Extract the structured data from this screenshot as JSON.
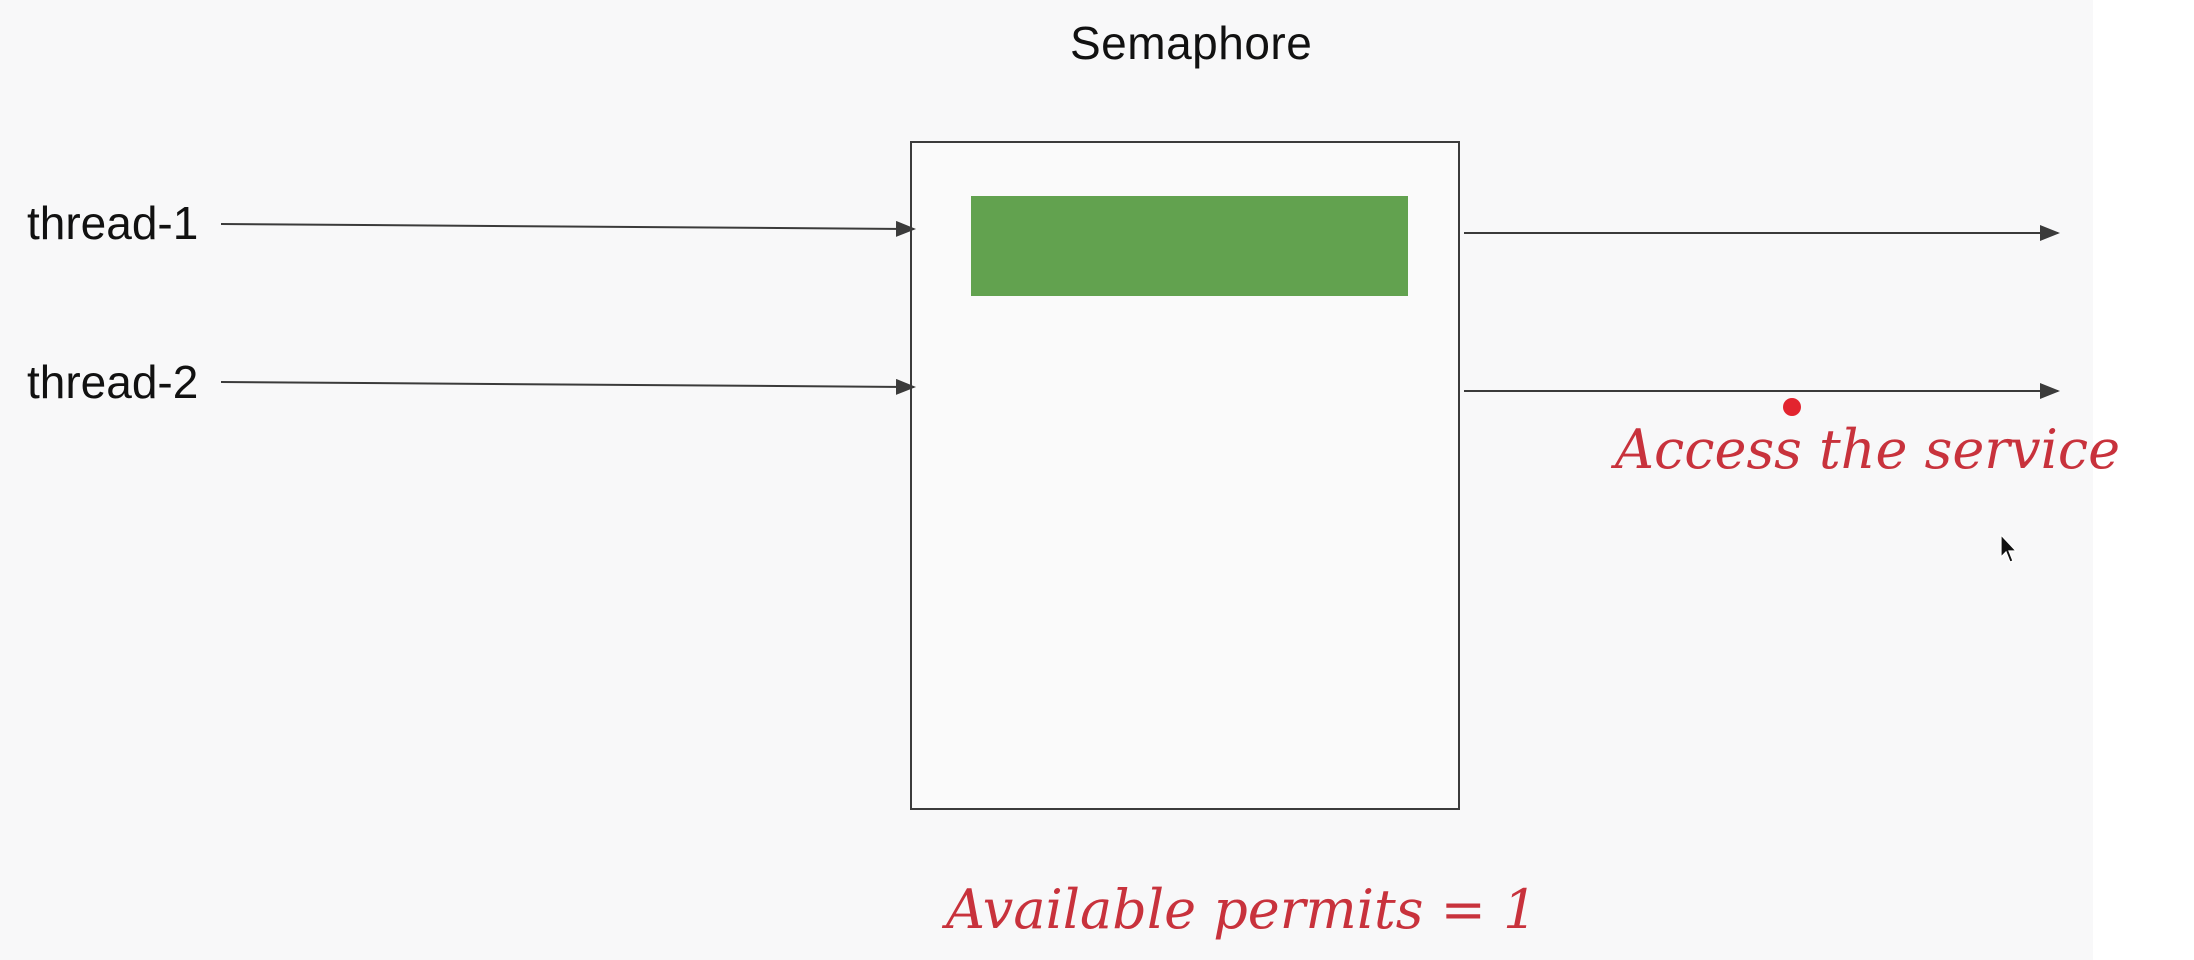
{
  "diagram": {
    "title": "Semaphore",
    "inputs": [
      {
        "label": "thread-1"
      },
      {
        "label": "thread-2"
      }
    ],
    "annotations": {
      "access": "Access the service",
      "permits": "Available permits = 1"
    },
    "available_permits": 1,
    "colors": {
      "permit_fill": "#62a24f",
      "annotation": "#c8323c",
      "pointer_dot": "#e2242f",
      "line": "#3b3b3b"
    }
  }
}
